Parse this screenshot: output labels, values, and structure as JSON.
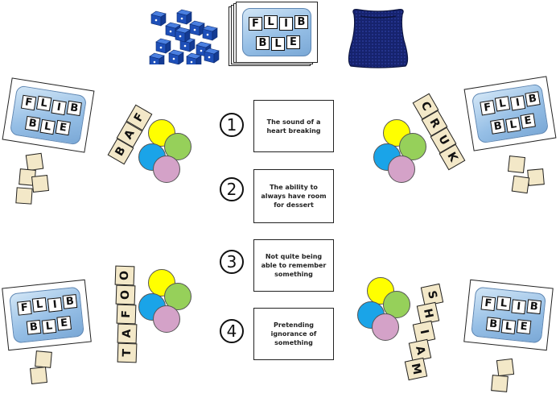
{
  "logo_letters": {
    "row1": [
      "F",
      "L",
      "I",
      "B"
    ],
    "row2": [
      "B",
      "L",
      "E"
    ]
  },
  "player_tiles": {
    "top_left": [
      "B",
      "A",
      "F"
    ],
    "top_right": [
      "C",
      "R",
      "U",
      "K"
    ],
    "bottom_left": [
      "T",
      "A",
      "F",
      "O",
      "O"
    ],
    "bottom_right": [
      "S",
      "H",
      "I",
      "A",
      "M"
    ]
  },
  "definitions": [
    {
      "number": "1",
      "text": "The sound of a heart breaking"
    },
    {
      "number": "2",
      "text": "The ability to always have room for dessert"
    },
    {
      "number": "3",
      "text": "Not quite being able to remember something"
    },
    {
      "number": "4",
      "text": "Pretending ignorance of something"
    }
  ],
  "vote_chip_colors": [
    "#ffff00",
    "#96d05a",
    "#1aa4e8",
    "#d4a2c8"
  ],
  "dice_color": "#1e4fb8",
  "bag_color": "#16236e"
}
